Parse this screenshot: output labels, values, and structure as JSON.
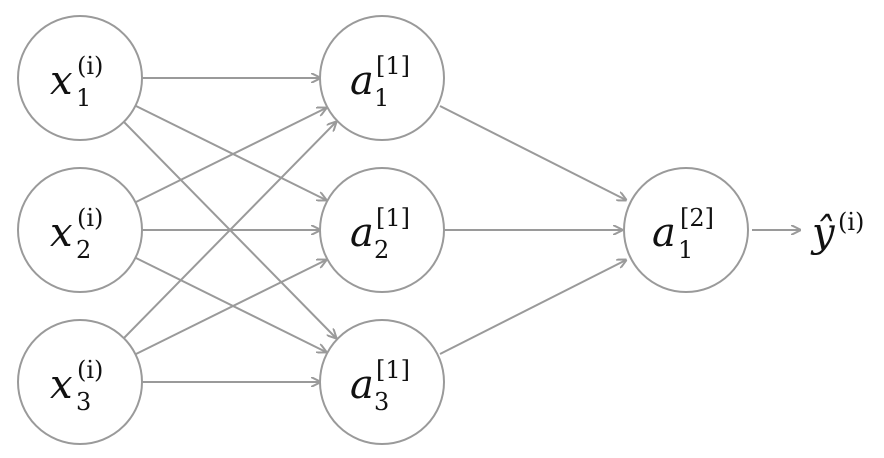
{
  "diagram": {
    "colors": {
      "stroke": "#9a9a9a",
      "text": "#111111",
      "background": "#ffffff"
    },
    "input_layer": [
      {
        "symbol": "x",
        "superscript": "(i)",
        "subscript": "1"
      },
      {
        "symbol": "x",
        "superscript": "(i)",
        "subscript": "2"
      },
      {
        "symbol": "x",
        "superscript": "(i)",
        "subscript": "3"
      }
    ],
    "hidden_layer": [
      {
        "symbol": "a",
        "superscript": "[1]",
        "subscript": "1"
      },
      {
        "symbol": "a",
        "superscript": "[1]",
        "subscript": "2"
      },
      {
        "symbol": "a",
        "superscript": "[1]",
        "subscript": "3"
      }
    ],
    "output_layer": [
      {
        "symbol": "a",
        "superscript": "[2]",
        "subscript": "1"
      }
    ],
    "prediction": {
      "symbol": "ŷ",
      "superscript": "(i)"
    }
  }
}
